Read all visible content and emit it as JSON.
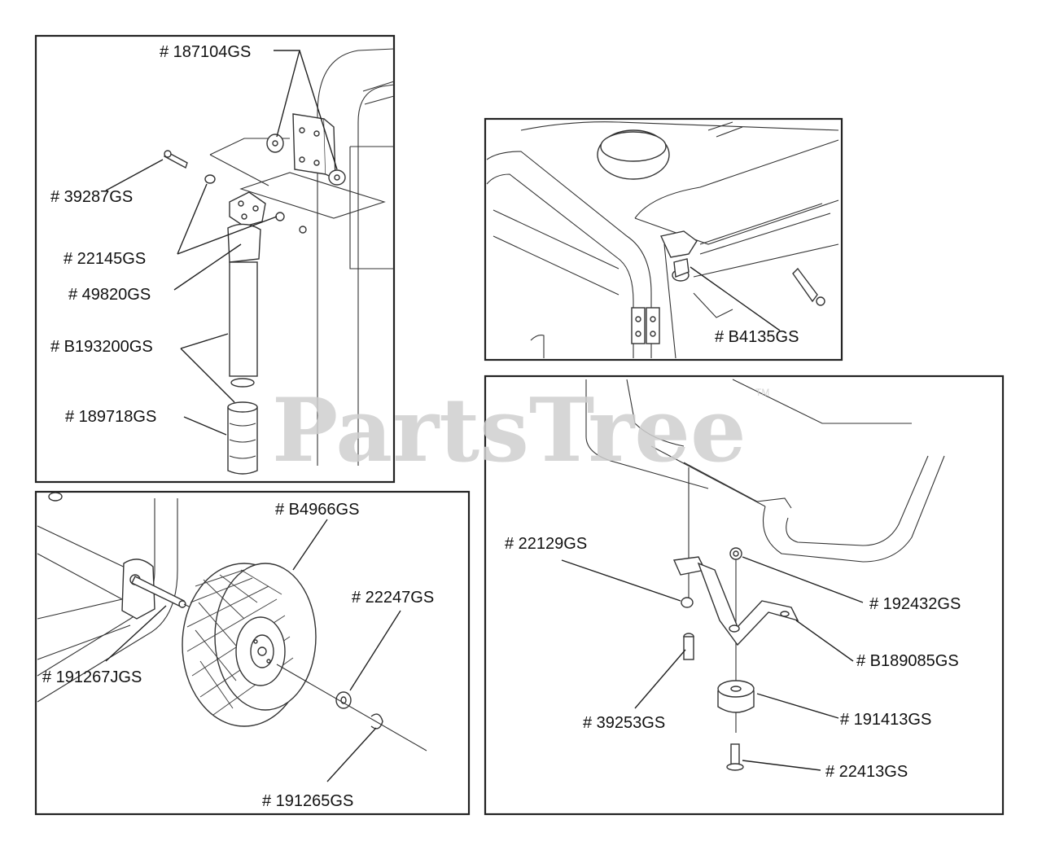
{
  "watermark": {
    "brand": "PartsTree",
    "trademark": "TM"
  },
  "panels": {
    "handle": {
      "labels": {
        "p187104": "# 187104GS",
        "p39287": "# 39287GS",
        "p22145": "# 22145GS",
        "p49820": "# 49820GS",
        "pB193200": "# B193200GS",
        "p189718": "# 189718GS"
      }
    },
    "bracket": {
      "labels": {
        "pB4135": "# B4135GS"
      }
    },
    "wheel": {
      "labels": {
        "pB4966": "# B4966GS",
        "p22247": "# 22247GS",
        "p191267": "# 191267JGS",
        "p191265": "# 191265GS"
      }
    },
    "foot": {
      "labels": {
        "p22129": "# 22129GS",
        "p192432": "# 192432GS",
        "pB189085": "# B189085GS",
        "p39253": "# 39253GS",
        "p191413": "# 191413GS",
        "p22413": "# 22413GS"
      }
    }
  }
}
